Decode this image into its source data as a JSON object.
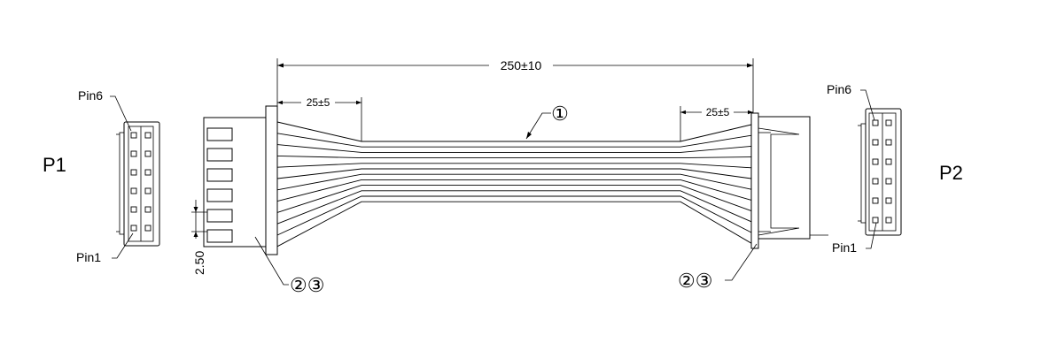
{
  "connectors": {
    "p1_label": "P1",
    "p2_label": "P2",
    "pin6_label": "Pin6",
    "pin1_label": "Pin1"
  },
  "dimensions": {
    "overall_length": "250±10",
    "left_breakout": "25±5",
    "right_breakout": "25±5",
    "pitch": "2.50"
  },
  "callouts": {
    "cable": "①",
    "connector_left": "②③",
    "connector_right": "②③"
  }
}
